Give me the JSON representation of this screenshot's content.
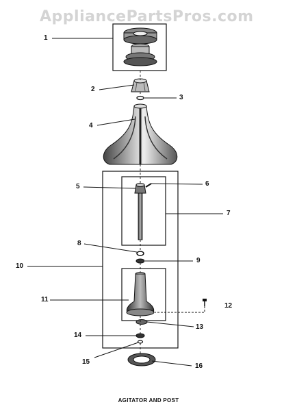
{
  "watermark": "AppliancePartsPros.com",
  "caption": "AGITATOR AND POST",
  "callouts": [
    "1",
    "2",
    "3",
    "4",
    "5",
    "6",
    "7",
    "8",
    "9",
    "10",
    "11",
    "12",
    "13",
    "14",
    "15",
    "16"
  ],
  "colors": {
    "ink": "#111111",
    "shade": "#555555",
    "watermark": "#d4d4d4"
  }
}
